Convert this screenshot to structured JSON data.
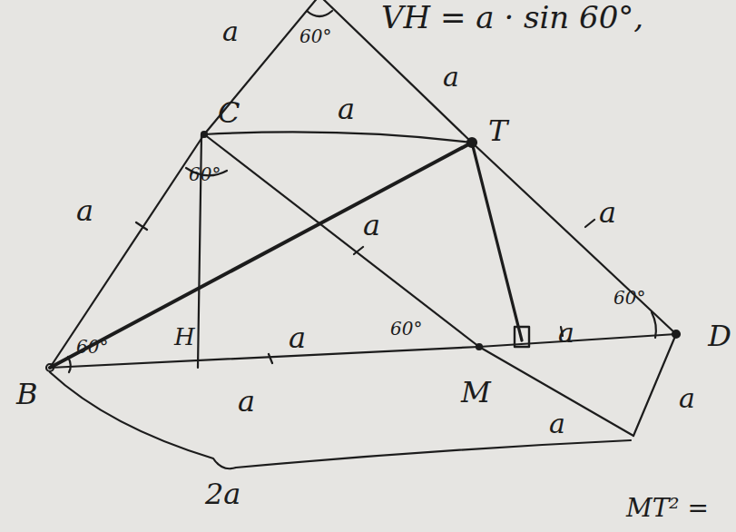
{
  "diagram": {
    "labels": [
      "a",
      "60°",
      "VH = a · sin 60°,",
      "a",
      "C",
      "a",
      "T",
      "60°",
      "a",
      "a",
      "a",
      "60°",
      "a",
      "60°",
      "a",
      "60°",
      "D",
      "B",
      "H",
      "M",
      "a",
      "a",
      "a",
      "2a",
      "MT² ="
    ]
  }
}
